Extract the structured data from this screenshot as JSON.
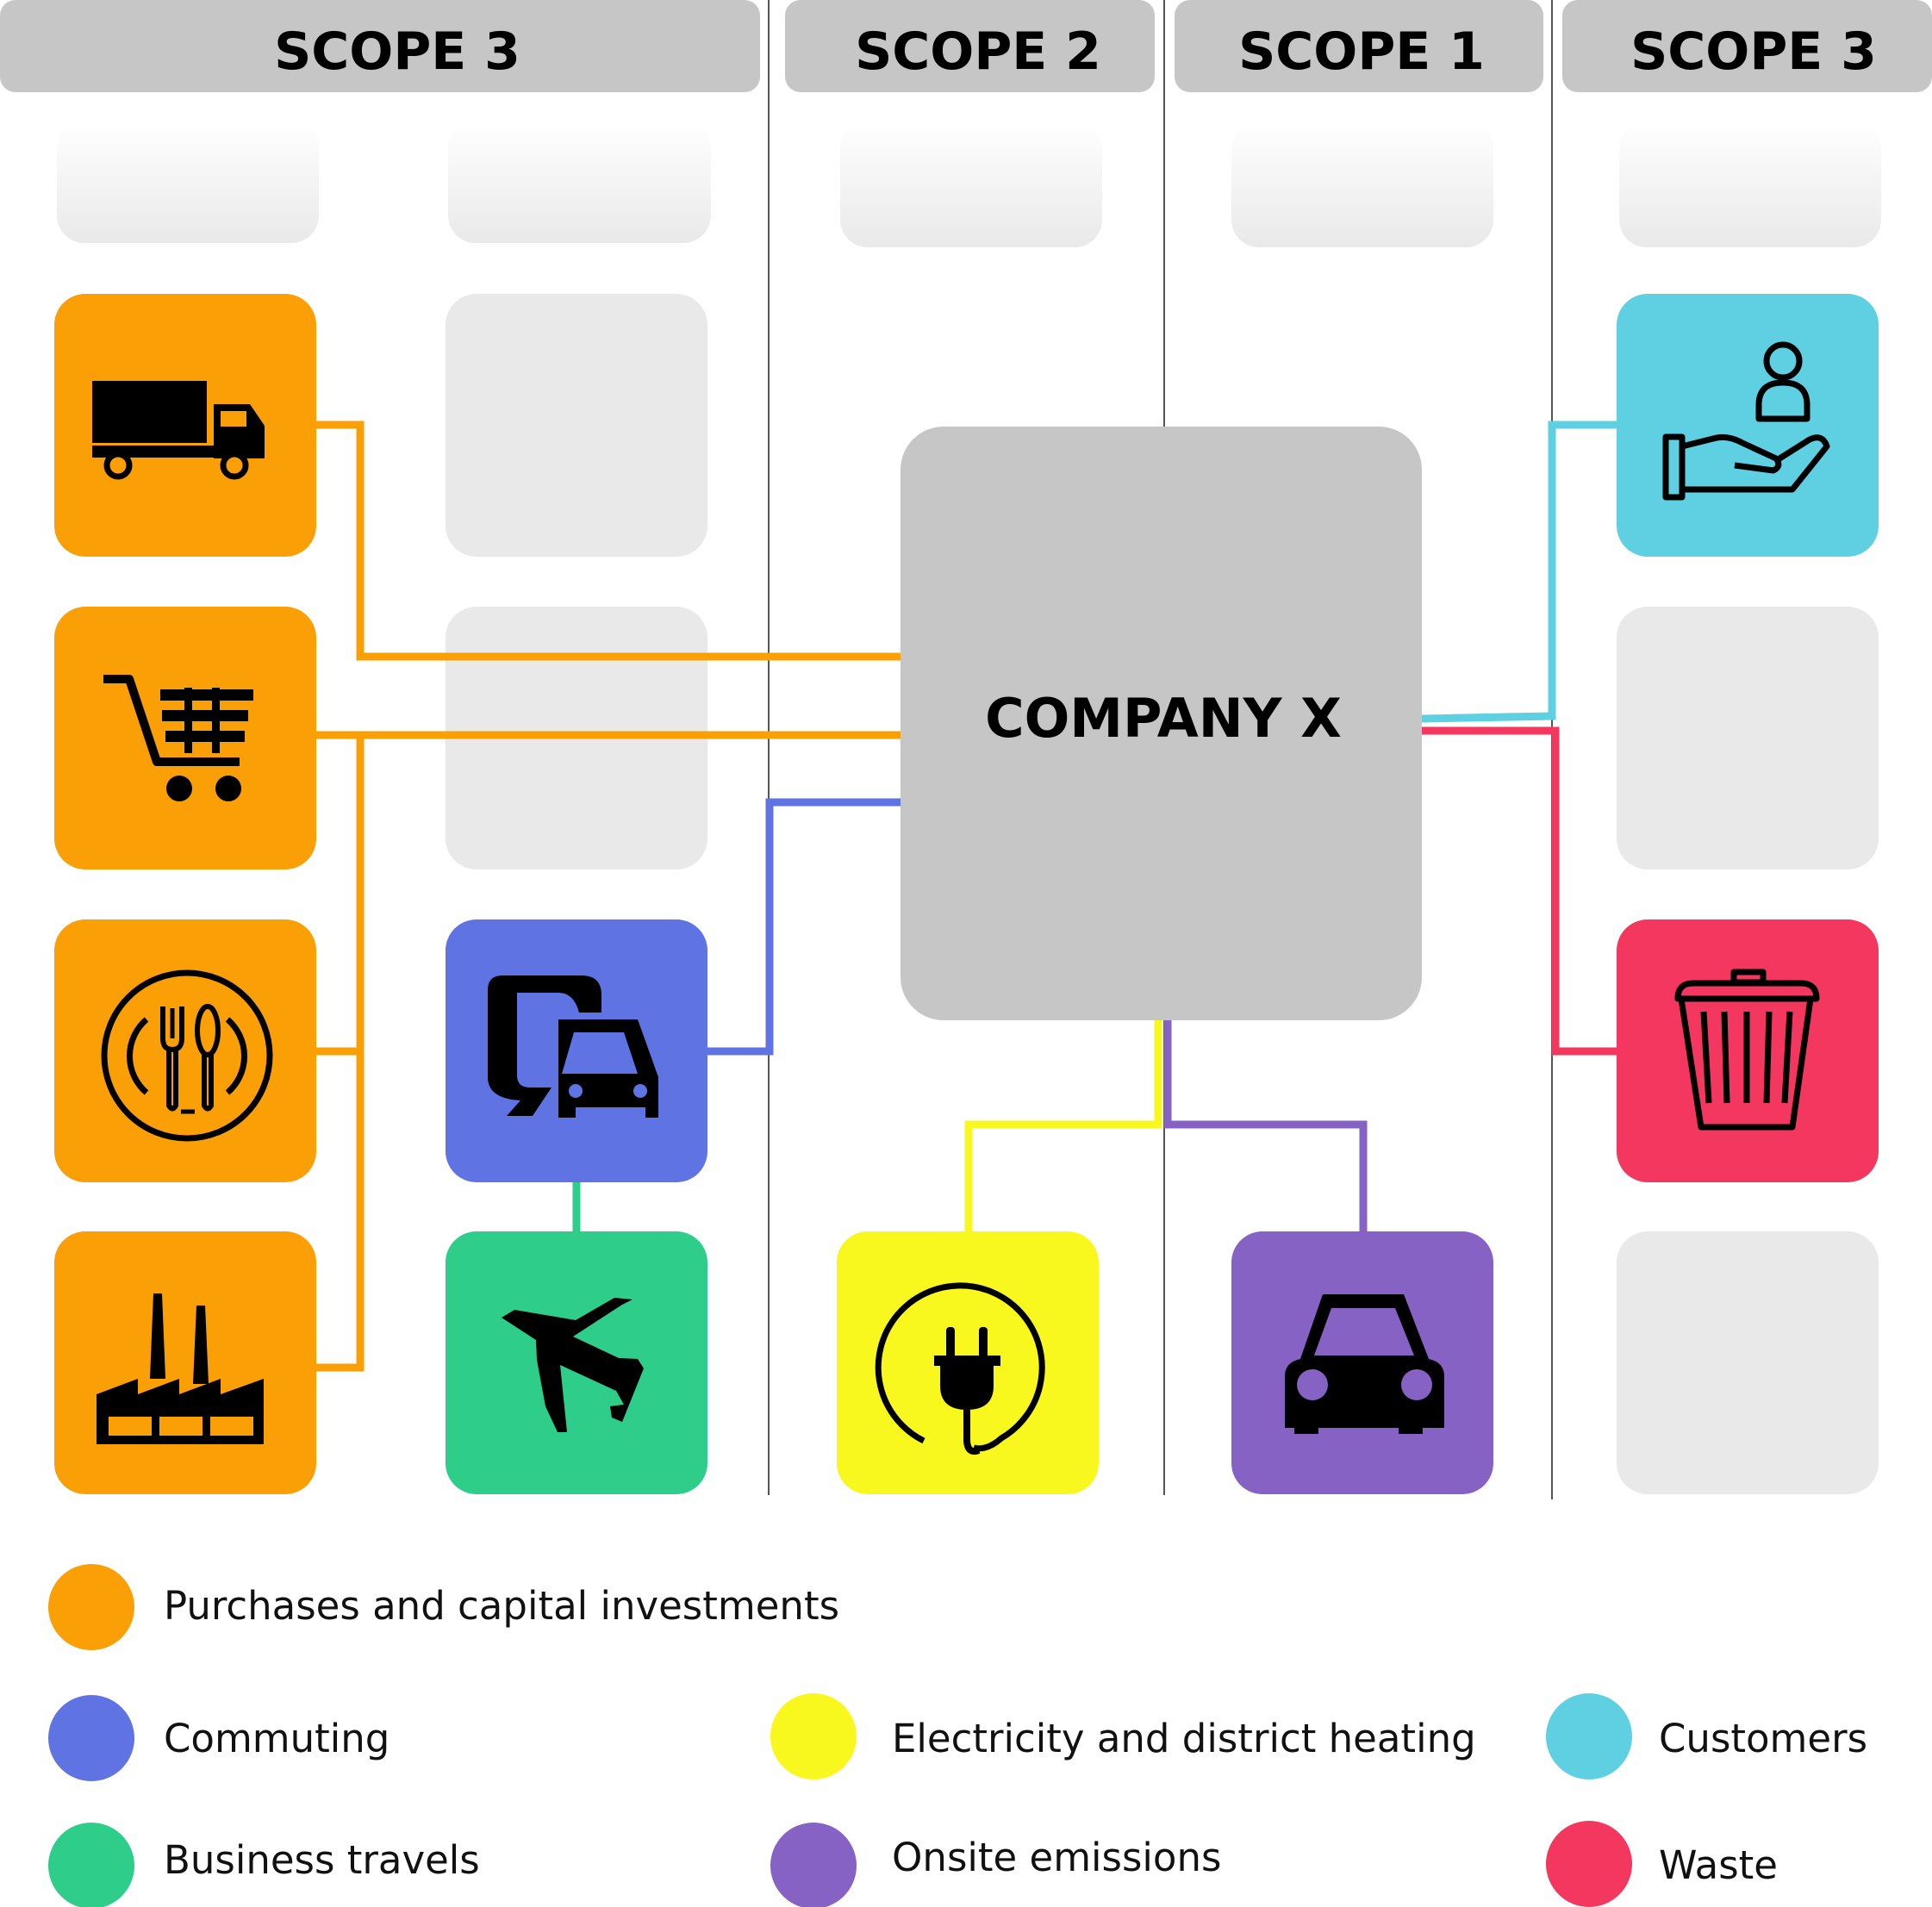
{
  "scopes": [
    {
      "label": "SCOPE 3"
    },
    {
      "label": "SCOPE 2"
    },
    {
      "label": "SCOPE 1"
    },
    {
      "label": "SCOPE 3"
    }
  ],
  "company": {
    "label": "COMPANY X"
  },
  "colors": {
    "purchases": "#FA9F06",
    "commuting": "#5F74E2",
    "business_travels": "#2ECD8A",
    "electricity": "#F8F81E",
    "onsite": "#8662C5",
    "customers": "#5FD0E2",
    "waste": "#F3375E",
    "header": "#C6C6C6",
    "company_box": "#C6C6C6",
    "placeholder": "#E9E9E9"
  },
  "icons": {
    "truck": "truck-icon",
    "cart": "shopping-cart-icon",
    "food": "plate-cutlery-icon",
    "factory": "factory-icon",
    "commute": "bus-car-icon",
    "airplane": "airplane-icon",
    "plug": "power-plug-icon",
    "car": "car-icon",
    "customer": "hand-person-icon",
    "trash": "trash-can-icon"
  },
  "legend": [
    {
      "key": "purchases",
      "label": "Purchases and capital investments"
    },
    {
      "key": "commuting",
      "label": "Commuting"
    },
    {
      "key": "business_travels",
      "label": "Business travels"
    },
    {
      "key": "electricity",
      "label": "Electricity and district heating"
    },
    {
      "key": "onsite",
      "label": "Onsite emissions"
    },
    {
      "key": "customers",
      "label": "Customers"
    },
    {
      "key": "waste",
      "label": "Waste"
    }
  ]
}
